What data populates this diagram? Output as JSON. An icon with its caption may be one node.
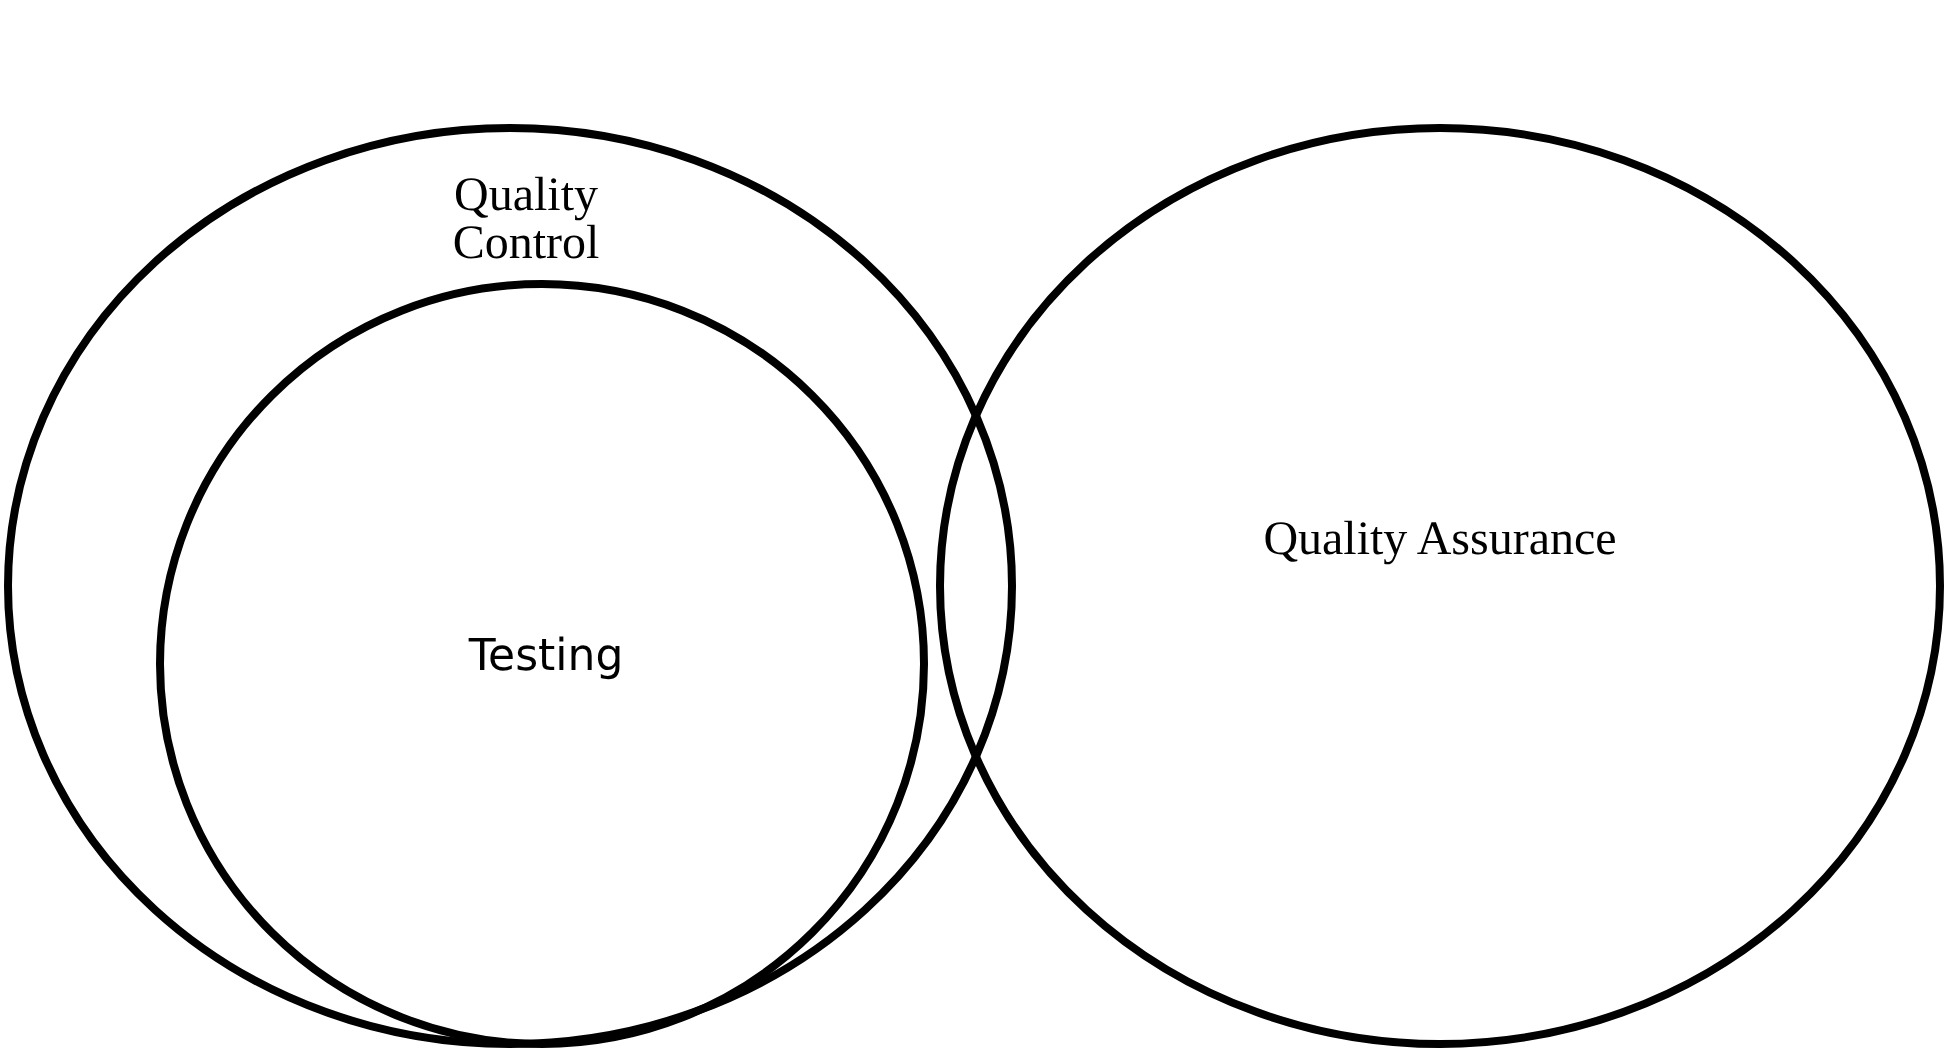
{
  "diagram": {
    "nodes": [
      {
        "text": [
          "Quality Control"
        ]
      },
      {
        "text": [
          "Testing"
        ],
        "in": 0
      },
      {
        "text": [
          "Quality Assurance"
        ]
      }
    ]
  }
}
